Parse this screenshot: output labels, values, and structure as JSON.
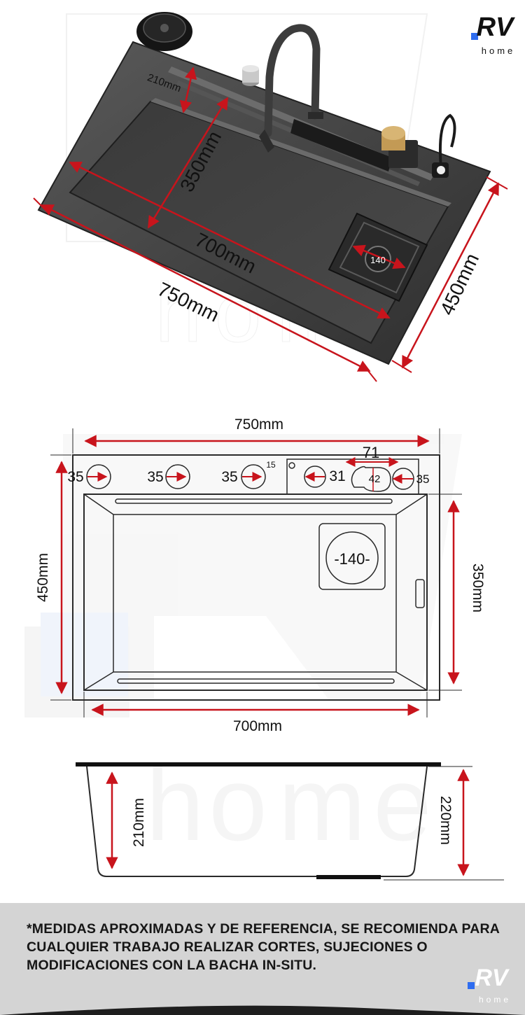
{
  "brand": {
    "logo_text": "RV",
    "logo_sub": "home",
    "accent_color": "#2f6df0",
    "watermark_letters": [
      "h",
      "o",
      "m",
      "e"
    ]
  },
  "top_view": {
    "length_outer": "750mm",
    "length_inner": "700mm",
    "width_outer": "450mm",
    "width_inner": "350mm",
    "rinser_gap": "210mm",
    "drain_diameter": "140"
  },
  "plan_view": {
    "total_length": "750mm",
    "hole_label_1": "35",
    "hole_label_2": "35",
    "hole_label_3": "35",
    "small_hole_offset": "15",
    "faucet_group_width": "71",
    "faucet_hole_left": "31",
    "faucet_hole_center": "42",
    "faucet_hole_right": "35",
    "total_width": "450mm",
    "bowl_width": "350mm",
    "drain": "-140-",
    "bowl_length": "700mm"
  },
  "side_view": {
    "inner_depth": "210mm",
    "total_depth": "220mm"
  },
  "colors": {
    "dimension_red": "#c8141c",
    "sink_dark": "#3e3e3e",
    "outline": "#2a2a2a",
    "footer_bg": "#d4d4d4"
  },
  "disclaimer": "*MEDIDAS APROXIMADAS Y DE REFERENCIA, SE RECOMIENDA PARA CUALQUIER TRABAJO REALIZAR CORTES, SUJECIONES O MODIFICACIONES CON LA BACHA IN-SITU."
}
